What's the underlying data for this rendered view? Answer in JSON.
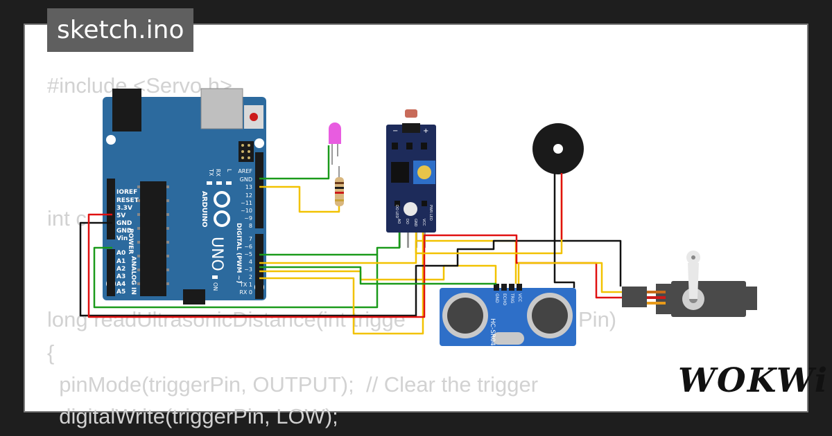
{
  "tab": {
    "filename": "sketch.ino"
  },
  "code_lines": [
    "#include <Servo.h>",
    "int c",
    "long readUltrasonicDistance(int trigge",
    "Pin)",
    "{",
    "  pinMode(triggerPin, OUTPUT);  // Clear the trigger",
    "  digitalWrite(triggerPin, LOW);"
  ],
  "arduino": {
    "brand": "ARDUINO",
    "model": "UNO",
    "on_label": "ON",
    "power_header": [
      "IOREF",
      "RESET",
      "3.3V",
      "5V",
      "GND",
      "GND",
      "Vin"
    ],
    "analog_header": [
      "A0",
      "A1",
      "A2",
      "A3",
      "A4",
      "A5"
    ],
    "power_title": "POWER",
    "analog_title": "ANALOG IN",
    "digital_title": "DIGITAL (PWM ~)",
    "digital_top": [
      "AREF",
      "GND",
      "13",
      "12",
      "~11",
      "~10",
      "~9",
      "8"
    ],
    "digital_bottom": [
      "7",
      "~6",
      "~5",
      "4",
      "~3",
      "2",
      "TX 1",
      "RX 0"
    ],
    "tx": "TX",
    "rx": "RX",
    "l": "L"
  },
  "ultrasonic": {
    "model": "HC-SR04",
    "pins": [
      "GND",
      "ECHO",
      "TRIG",
      "VCC"
    ]
  },
  "ldr_module": {
    "pins": [
      "AO",
      "DO",
      "GND",
      "VCC"
    ],
    "leds": [
      "DO LED",
      "PWR LED"
    ],
    "minus": "−",
    "plus": "+"
  },
  "brand": {
    "logo": "WOKWi"
  },
  "colors": {
    "board": "#2c6a9e",
    "wire_red": "#e01010",
    "wire_black": "#111111",
    "wire_green": "#1a9a1a",
    "wire_yellow": "#f2c200",
    "led": "#e85ce0"
  }
}
